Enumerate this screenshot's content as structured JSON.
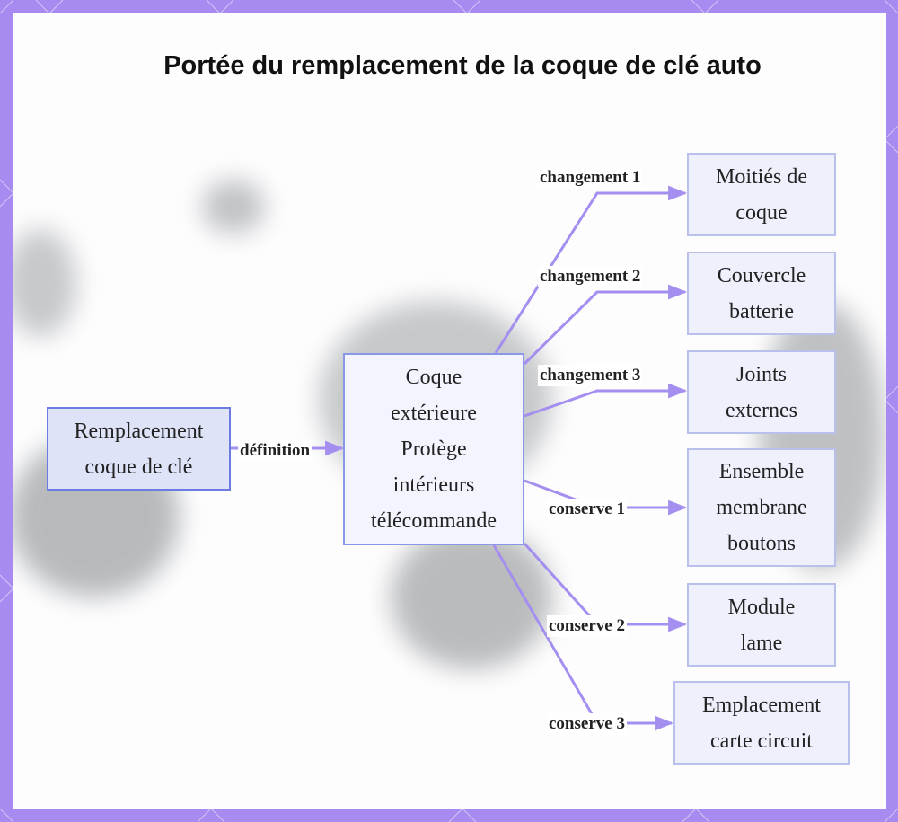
{
  "title": "Portée du remplacement de la coque de clé auto",
  "colors": {
    "border": "#a78bf0",
    "connector": "#a48ef0"
  },
  "nodes": {
    "root": {
      "lines": [
        "Remplacement",
        "coque de clé"
      ]
    },
    "center": {
      "lines": [
        "Coque",
        "extérieure",
        "Protège",
        "intérieurs",
        "télécommande"
      ]
    },
    "change1": {
      "lines": [
        "Moitiés de",
        "coque"
      ]
    },
    "change2": {
      "lines": [
        "Couvercle",
        "batterie"
      ]
    },
    "change3": {
      "lines": [
        "Joints",
        "externes"
      ]
    },
    "keep1": {
      "lines": [
        "Ensemble",
        "membrane",
        "boutons"
      ]
    },
    "keep2": {
      "lines": [
        "Module",
        "lame"
      ]
    },
    "keep3": {
      "lines": [
        "Emplacement",
        "carte circuit"
      ]
    }
  },
  "edges": {
    "definition": "définition",
    "change1": "changement 1",
    "change2": "changement 2",
    "change3": "changement 3",
    "keep1": "conserve 1",
    "keep2": "conserve 2",
    "keep3": "conserve 3"
  }
}
